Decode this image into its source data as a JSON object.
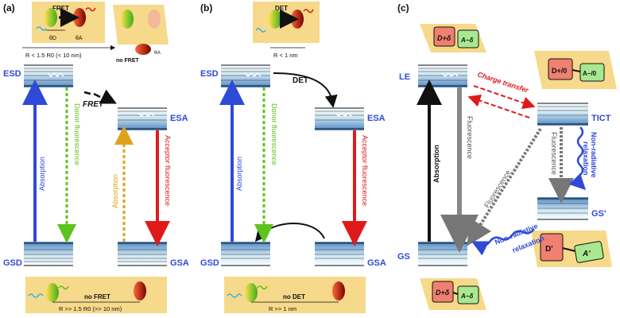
{
  "panels": {
    "a": {
      "tag": "(a)",
      "fret_top": "FRET",
      "theta_d": "θD",
      "theta_a": "θA",
      "theta_a2": "θA",
      "distance_top": "R < 1.5 R0 (< 10 nm)",
      "no_fret_side": "no FRET",
      "es_d": "ESD",
      "es_a": "ESA",
      "gs_d": "GSD",
      "gs_a": "GSA",
      "fret_arrow": "FRET",
      "absorption_d": "Absorption",
      "donor_fluor": "Donor fluorescence",
      "absorption_a": "Absorption",
      "acceptor_fluor": "Acceptor fluorescence",
      "no_fret_bottom": "no FRET",
      "distance_bottom": "R >> 1.5 R0 (>> 10 nm)"
    },
    "b": {
      "tag": "(b)",
      "det_top": "DET",
      "distance_top": "R < 1 nm",
      "es_d": "ESD",
      "es_a": "ESA",
      "gs_d": "GSD",
      "gs_a": "GSA",
      "det_arrow": "DET",
      "absorption": "Absorption",
      "donor_fluor": "Donor fluorescence",
      "acceptor_fluor": "Acceptor fluorescence",
      "no_det": "no DET",
      "distance_bottom": "R >> 1 nm"
    },
    "c": {
      "tag": "(c)",
      "le": "LE",
      "tict": "TICT",
      "gs": "GS",
      "gs_prime": "GS'",
      "charge_transfer": "Charge transfer",
      "absorption": "Absorption",
      "fluorescence_le": "Fluorescence",
      "fluorescence_tict": "Fluorescence",
      "fluorescence_tict2": "Fluorescence",
      "nonrad_tict_1": "Non-radiative",
      "nonrad_tict_2": "relaxation",
      "nonrad_gs_1": "Non-radiative",
      "nonrad_gs_2": "relaxation",
      "box_top_d": "D+δ",
      "box_top_a": "A−δ",
      "box_tict_d": "D+/0",
      "box_tict_a": "A−/0",
      "box_gsp_d": "D'",
      "box_gsp_a": "A'",
      "box_gs_d": "D+δ",
      "box_gs_a": "A−δ"
    }
  },
  "colors": {
    "panel_bg": "#f6d98a",
    "blue": "#2f49d8",
    "green": "#5cc41a",
    "orange": "#e0a21a",
    "red": "#e01a1a",
    "black": "#111111",
    "gray": "#8a8a8a",
    "level_dark": "#5d8fc3",
    "level_light": "#d8eef6"
  }
}
